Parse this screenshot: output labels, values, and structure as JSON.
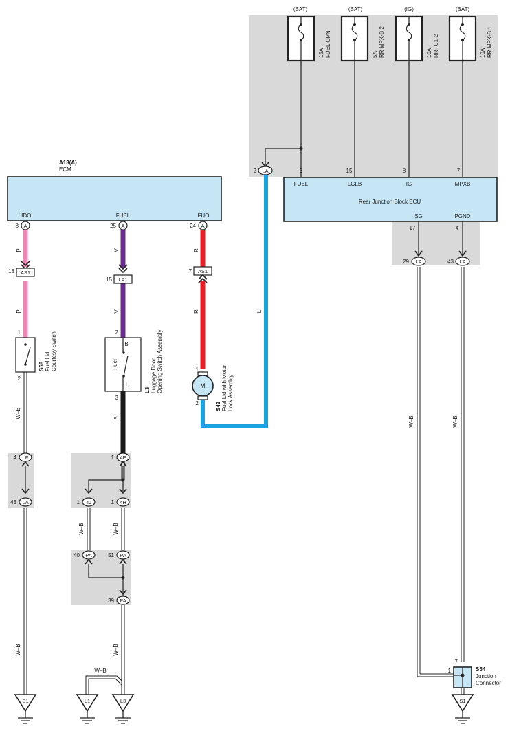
{
  "power_sources": [
    {
      "supply": "(BAT)",
      "amp": "15A",
      "name": "FUEL OPN"
    },
    {
      "supply": "(BAT)",
      "amp": "5A",
      "name": "RR MPX-B 2"
    },
    {
      "supply": "(IG)",
      "amp": "10A",
      "name": "RR-IG1-2"
    },
    {
      "supply": "(BAT)",
      "amp": "10A",
      "name": "RR MPX-B 1"
    }
  ],
  "ecm": {
    "code": "A13(A)",
    "name": "ECM",
    "pins": [
      {
        "label": "LIDO",
        "num": "8",
        "conn": "A"
      },
      {
        "label": "FUEL",
        "num": "25",
        "conn": "A"
      },
      {
        "label": "FUO",
        "num": "24",
        "conn": "A"
      }
    ]
  },
  "rear_jb": {
    "name": "Rear Junction Block ECU",
    "top_pins": [
      {
        "label": "FUEL",
        "num": "3"
      },
      {
        "label": "LGLB",
        "num": "15"
      },
      {
        "label": "IG",
        "num": "8"
      },
      {
        "label": "MPXB",
        "num": "7"
      }
    ],
    "bottom_pins": [
      {
        "label": "SG",
        "num": "17"
      },
      {
        "label": "PGND",
        "num": "4"
      }
    ],
    "side_connector": {
      "num": "2",
      "conn": "LA"
    },
    "out_connectors": [
      {
        "num": "29",
        "conn": "LA"
      },
      {
        "num": "43",
        "conn": "LA"
      }
    ]
  },
  "wire_colors": {
    "p": "P",
    "v": "V",
    "r": "R",
    "l": "L",
    "b": "B",
    "wb": "W–B",
    "pink": "#ee86b8",
    "violet": "#6b2c8f",
    "red": "#ec1c24",
    "blue": "#1aa3e0",
    "black": "#1a1a1a"
  },
  "joints": {
    "as1_left": {
      "num": "18",
      "conn": "AS1"
    },
    "la1": {
      "num": "15",
      "conn": "LA1"
    },
    "as1_right": {
      "num": "7",
      "conn": "AS1"
    },
    "lf": {
      "num": "4",
      "conn": "LF"
    },
    "la_left": {
      "num": "43",
      "conn": "LA"
    },
    "e4": {
      "num": "1",
      "conn": "4E"
    },
    "j4": {
      "num": "1",
      "conn": "4J"
    },
    "h4": {
      "num": "1",
      "conn": "4H"
    },
    "pa1": {
      "num": "40",
      "conn": "PA"
    },
    "pa2": {
      "num": "51",
      "conn": "PA"
    },
    "pa3": {
      "num": "39",
      "conn": "PA"
    }
  },
  "components": {
    "s68": {
      "code": "S68",
      "line1": "Fuel Lid",
      "line2": "Courtesy Switch",
      "pin_top": "1",
      "pin_bot": "2"
    },
    "l3": {
      "code": "L3",
      "line1": "Luggage Door",
      "line2": "Opening Switch Assembly",
      "inner": "Fuel",
      "term_b": "B",
      "term_l": "L",
      "pin_top": "2",
      "pin_bot": "3"
    },
    "s42": {
      "code": "S42",
      "line1": "Fuel Lid with Motor",
      "line2": "Lock Assembly",
      "motor": "M",
      "pin_top": "1",
      "pin_bot": "2"
    },
    "s54": {
      "code": "S54",
      "line1": "Junction",
      "line2": "Connector",
      "pin_top": "7",
      "pin_left": "1"
    }
  },
  "grounds": [
    "S1",
    "L1",
    "L3",
    "S1"
  ]
}
